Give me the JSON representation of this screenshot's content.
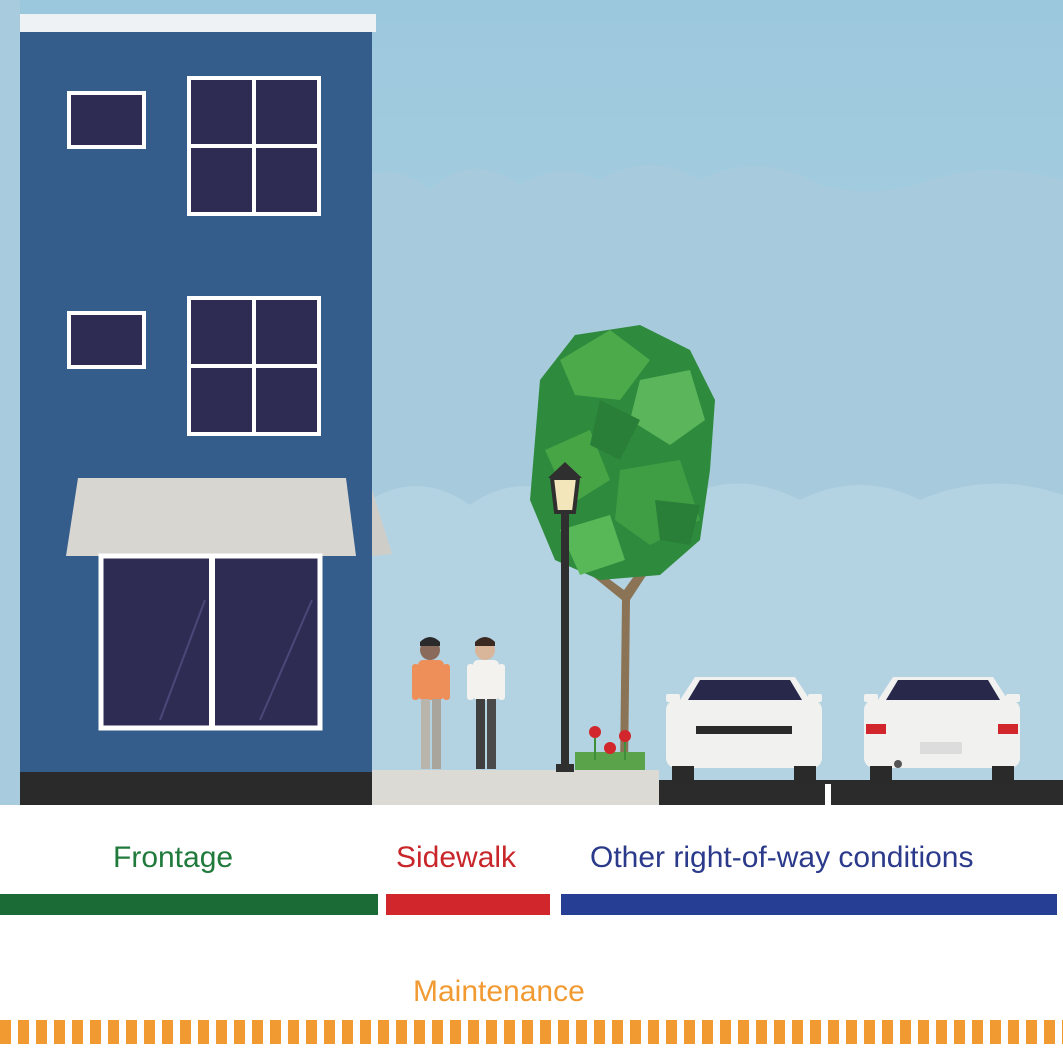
{
  "labels": {
    "frontage": "Frontage",
    "sidewalk": "Sidewalk",
    "other": "Other right-of-way conditions",
    "maintenance": "Maintenance"
  },
  "colors": {
    "frontage": "#1a6b35",
    "sidewalk": "#d1262b",
    "other": "#263e93",
    "maintenance": "#f29a32",
    "sky": "#a9cde0",
    "building": "#355d8c"
  },
  "icons": [
    "building",
    "awning",
    "window",
    "pedestrian",
    "street-lamp",
    "tree",
    "flowers",
    "car"
  ]
}
